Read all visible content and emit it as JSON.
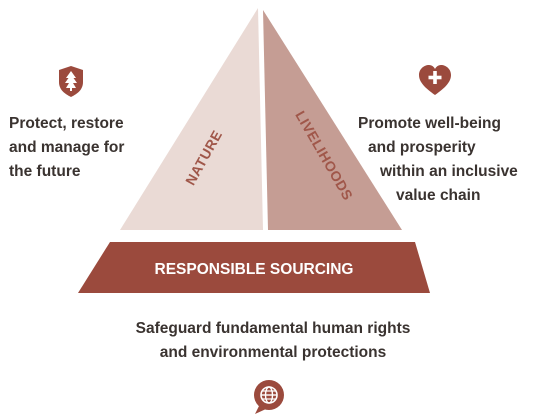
{
  "diagram": {
    "pillars": {
      "nature_label": "NATURE",
      "livelihoods_label": "LIVELIHOODS",
      "base_label": "RESPONSIBLE SOURCING"
    },
    "left": {
      "line1": "Protect, restore",
      "line2": "and manage for",
      "line3": "the future",
      "icon": "tree-shield-icon"
    },
    "right": {
      "line1": "Promote well-being",
      "line2": "and prosperity",
      "line3": "within an inclusive",
      "line4": "value chain",
      "icon": "heart-plus-icon"
    },
    "bottom": {
      "line1": "Safeguard fundamental human rights",
      "line2": "and environmental protections",
      "icon": "globe-speech-icon"
    },
    "colors": {
      "nature_fill": "#eadad5",
      "livelihoods_fill": "#c59d94",
      "base_fill": "#9b4a3d",
      "icon_fill": "#9b4a3d",
      "accent_text": "#a0574a",
      "body_text": "#3a3330"
    }
  }
}
